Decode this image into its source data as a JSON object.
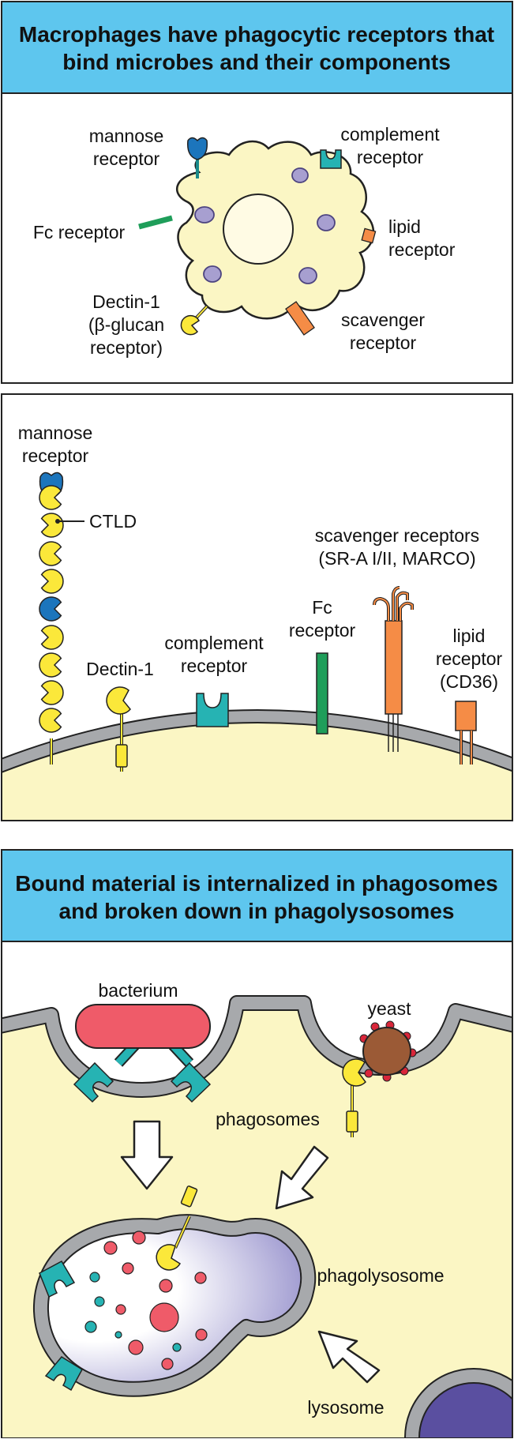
{
  "panel1": {
    "title_line1": "Macrophages have phagocytic receptors that",
    "title_line2": "bind microbes and their components",
    "labels": {
      "mannose_1": "mannose",
      "mannose_2": "receptor",
      "complement_1": "complement",
      "complement_2": "receptor",
      "fc": "Fc receptor",
      "lipid_1": "lipid",
      "lipid_2": "receptor",
      "dectin_1": "Dectin-1",
      "dectin_2": "(β-glucan",
      "dectin_3": "receptor)",
      "scavenger_1": "scavenger",
      "scavenger_2": "receptor"
    }
  },
  "panel2": {
    "labels": {
      "mannose_1": "mannose",
      "mannose_2": "receptor",
      "ctld": "CTLD",
      "dectin": "Dectin-1",
      "complement_1": "complement",
      "complement_2": "receptor",
      "fc_1": "Fc",
      "fc_2": "receptor",
      "scavenger_1": "scavenger receptors",
      "scavenger_2": "(SR-A I/II, MARCO)",
      "lipid_1": "lipid",
      "lipid_2": "receptor",
      "lipid_3": "(CD36)"
    }
  },
  "panel3": {
    "title_line1": "Bound material is internalized in phagosomes",
    "title_line2": "and broken down in phagolysosomes",
    "labels": {
      "bacterium": "bacterium",
      "yeast": "yeast",
      "phagosomes": "phagosomes",
      "phagolysosome": "phagolysosome",
      "lysosome": "lysosome"
    }
  },
  "colors": {
    "header_blue": "#5ec6ee",
    "cytoplasm_yellow": "#fbf6c4",
    "membrane_gray": "#a7a9ac",
    "receptor_yellow": "#fbe83a",
    "mannose_blue": "#1c75bc",
    "teal": "#26b3b3",
    "green": "#1f9e5a",
    "orange": "#f58c46",
    "bacterium_red": "#ef5b69",
    "yeast_brown": "#9b5a36",
    "lysosome_purple": "#5a4fa0"
  }
}
